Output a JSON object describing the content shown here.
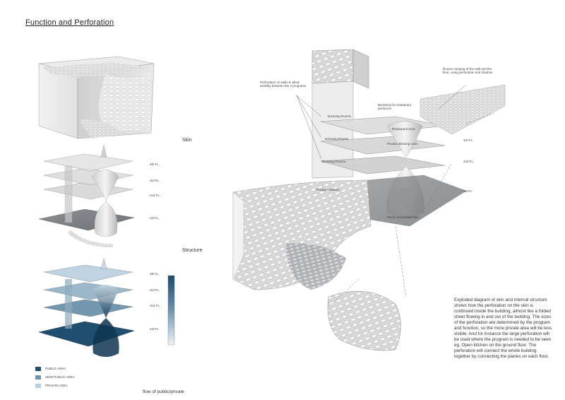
{
  "page": {
    "title": "Function and Perforation"
  },
  "left_column": {
    "skin_label": "Skin",
    "structure_label": "Structure",
    "flow_label": "flow of public/private",
    "floor_labels_structure": [
      "4th FL.",
      "3rd FL.",
      "2nd FL.",
      "1st FL."
    ],
    "floor_labels_flow": [
      "4th FL.",
      "3rd FL.",
      "2nd FL.",
      "1st FL."
    ],
    "legend": [
      {
        "label": "PUBLIC AREA",
        "color": "#1f4e6e"
      },
      {
        "label": "SEMI PUBLIC AREA",
        "color": "#6f93ad"
      },
      {
        "label": "PRIVATE AREA",
        "color": "#b9cfde"
      }
    ],
    "gradient_colors": {
      "top": "#1d4a6a",
      "bottom": "#eef4f8"
    }
  },
  "right_column": {
    "annotations": {
      "perforation_walls": "Perforation on walls to allow visibility between the 2 programs",
      "illusion": "Illusion merging of the wall and the floor, using perforation and shadow.",
      "backdrop": "Backdrop for restaurant performer",
      "dressing_rooms_1": "Dressing Rooms",
      "dressing_rooms_2": "Dressing Rooms",
      "dressing_rooms_3": "Dressing Rooms",
      "restaurant_area": "Restaurant Area",
      "private_dressing": "Private dressing room",
      "private_entrance": "Private entrance",
      "plant": "Plants Hermelfalsoline"
    },
    "floor_labels": [
      "3rd FL.",
      "2nd FL.",
      "1st FL."
    ]
  },
  "description": "Exploded diagram of skin and internal structure shows how the perforation on the skin is continued inside the building, almost like a folded sheet flowing in and out of the building. The sizes of the perforation are determined by the program and function, so the more private area will be less visible. And for instance the large perforation will be used where the program is needed to be seen eg. Open kitchen on the ground floor. The perforation will connect the whole building together by connecting the planes on each floor."
}
